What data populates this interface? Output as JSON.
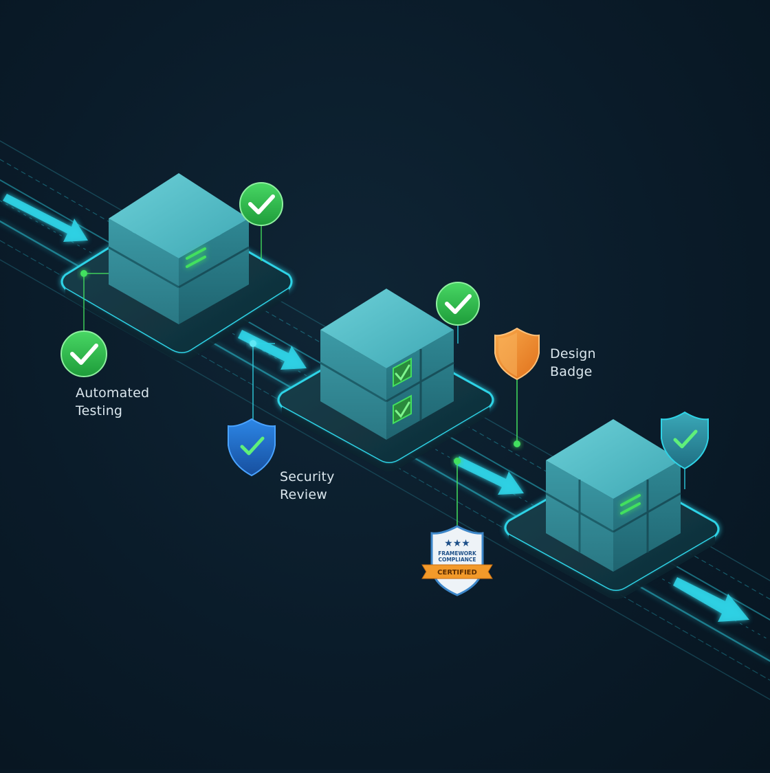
{
  "labels": {
    "automated_testing": {
      "line1": "Automated",
      "line2": "Testing"
    },
    "security_review": {
      "line1": "Security",
      "line2": "Review"
    },
    "design_badge": {
      "line1": "Design",
      "line2": "Badge"
    }
  },
  "certificate_badge": {
    "stars": "★★★",
    "line1": "FRAMEWORK",
    "line2": "COMPLIANCE",
    "ribbon": "CERTIFIED"
  },
  "colors": {
    "background": "#0a1b29",
    "accent_cyan": "#2fd3e6",
    "check_green": "#2ebd4e",
    "shield_blue": "#1f6fd0",
    "shield_orange": "#f08a2a",
    "cube_teal": "#3aa0ad"
  },
  "icons": [
    "check-circle-icon",
    "shield-check-icon",
    "shield-orange-icon",
    "certified-badge-icon",
    "flow-arrow-icon"
  ]
}
